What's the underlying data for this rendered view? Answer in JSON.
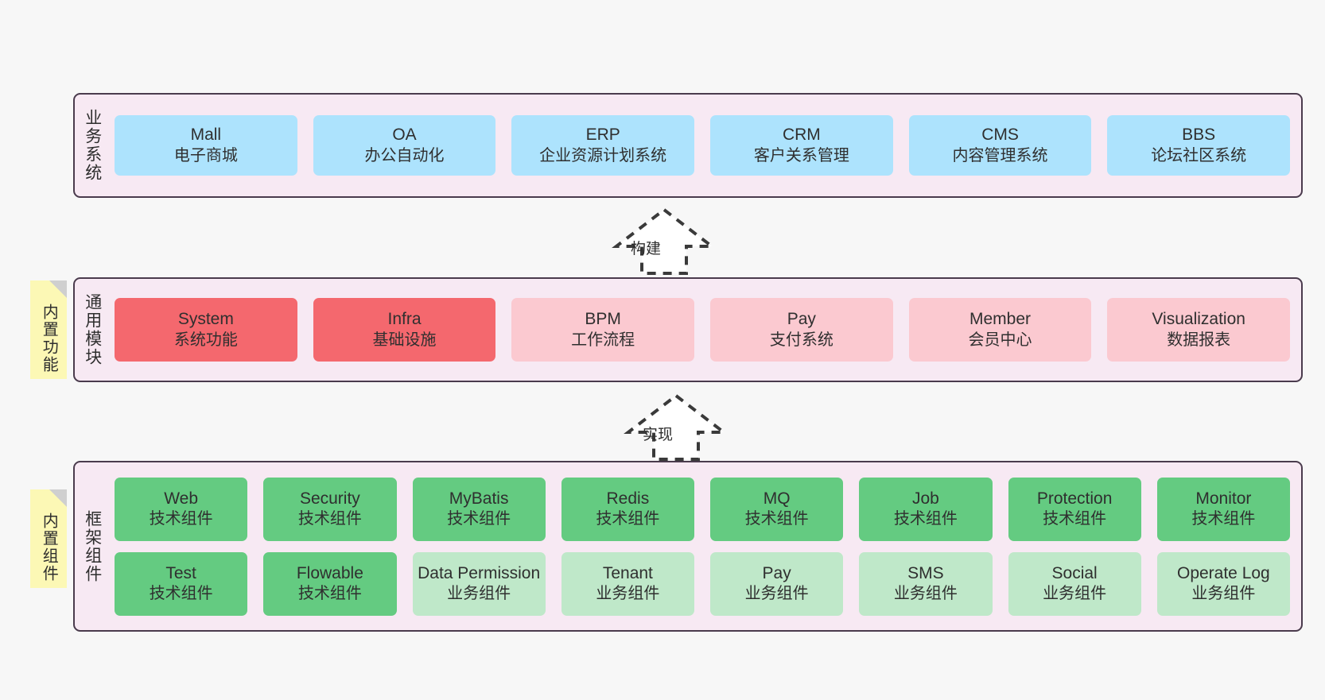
{
  "diagram": {
    "background_color": "#f7f7f7",
    "layer_bg_color": "#f7e9f3",
    "layer_border_color": "#4a3b4d",
    "sticky_color": "#fcf8b5",
    "colors": {
      "blue": "#ade3fd",
      "red": "#f4686e",
      "pink": "#fbc9d0",
      "green": "#64cb81",
      "light_green": "#bfe8c9"
    }
  },
  "layers": {
    "business": {
      "title": "业务系统",
      "cards": [
        {
          "en": "Mall",
          "cn": "电子商城",
          "color": "blue"
        },
        {
          "en": "OA",
          "cn": "办公自动化",
          "color": "blue"
        },
        {
          "en": "ERP",
          "cn": "企业资源计划系统",
          "color": "blue"
        },
        {
          "en": "CRM",
          "cn": "客户关系管理",
          "color": "blue"
        },
        {
          "en": "CMS",
          "cn": "内容管理系统",
          "color": "blue"
        },
        {
          "en": "BBS",
          "cn": "论坛社区系统",
          "color": "blue"
        }
      ]
    },
    "common": {
      "title": "通用模块",
      "sticky": "内置功能",
      "cards": [
        {
          "en": "System",
          "cn": "系统功能",
          "color": "red"
        },
        {
          "en": "Infra",
          "cn": "基础设施",
          "color": "red"
        },
        {
          "en": "BPM",
          "cn": "工作流程",
          "color": "pink"
        },
        {
          "en": "Pay",
          "cn": "支付系统",
          "color": "pink"
        },
        {
          "en": "Member",
          "cn": "会员中心",
          "color": "pink"
        },
        {
          "en": "Visualization",
          "cn": "数据报表",
          "color": "pink"
        }
      ]
    },
    "framework": {
      "title": "框架组件",
      "sticky": "内置组件",
      "row1": [
        {
          "en": "Web",
          "cn": "技术组件",
          "color": "green"
        },
        {
          "en": "Security",
          "cn": "技术组件",
          "color": "green"
        },
        {
          "en": "MyBatis",
          "cn": "技术组件",
          "color": "green"
        },
        {
          "en": "Redis",
          "cn": "技术组件",
          "color": "green"
        },
        {
          "en": "MQ",
          "cn": "技术组件",
          "color": "green"
        },
        {
          "en": "Job",
          "cn": "技术组件",
          "color": "green"
        },
        {
          "en": "Protection",
          "cn": "技术组件",
          "color": "green"
        },
        {
          "en": "Monitor",
          "cn": "技术组件",
          "color": "green"
        }
      ],
      "row2": [
        {
          "en": "Test",
          "cn": "技术组件",
          "color": "green"
        },
        {
          "en": "Flowable",
          "cn": "技术组件",
          "color": "green"
        },
        {
          "en": "Data Permission",
          "cn": "业务组件",
          "color": "light_green"
        },
        {
          "en": "Tenant",
          "cn": "业务组件",
          "color": "light_green"
        },
        {
          "en": "Pay",
          "cn": "业务组件",
          "color": "light_green"
        },
        {
          "en": "SMS",
          "cn": "业务组件",
          "color": "light_green"
        },
        {
          "en": "Social",
          "cn": "业务组件",
          "color": "light_green"
        },
        {
          "en": "Operate Log",
          "cn": "业务组件",
          "color": "light_green"
        }
      ]
    }
  },
  "arrows": {
    "build": {
      "label": "构建"
    },
    "implement": {
      "label": "实现"
    }
  }
}
